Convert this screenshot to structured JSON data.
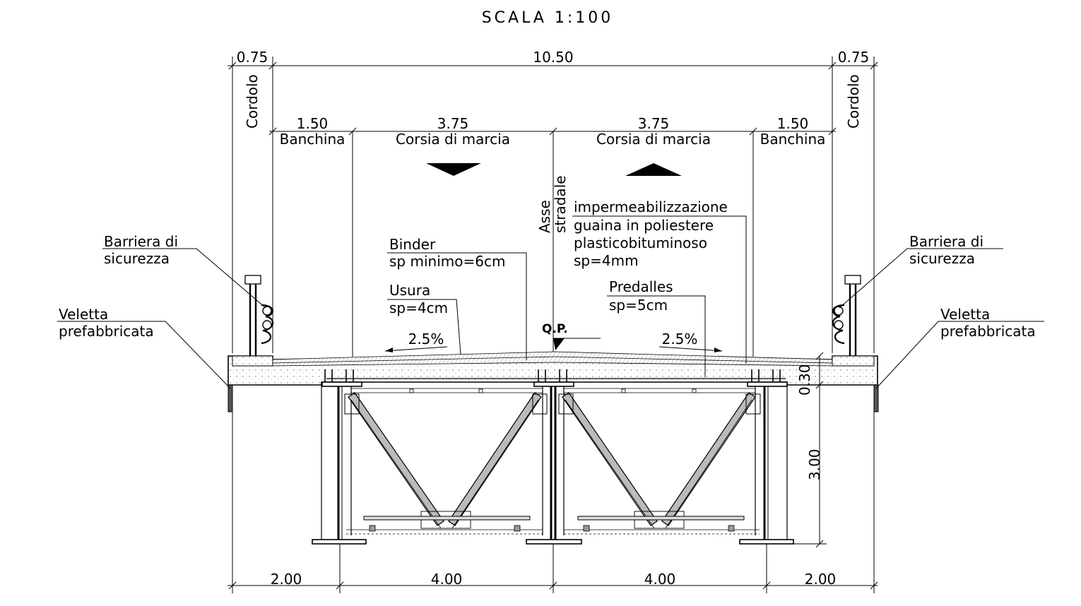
{
  "title": "SCALA 1:100",
  "dimensions": {
    "top": {
      "left_curb": "0.75",
      "total": "10.50",
      "right_curb": "0.75"
    },
    "lanes": {
      "shoulder_left": "1.50",
      "lane_left": "3.75",
      "lane_right": "3.75",
      "shoulder_right": "1.50"
    },
    "bottom": {
      "d1": "2.00",
      "d2": "4.00",
      "d3": "4.00",
      "d4": "2.00"
    },
    "deck_thickness": "0.30",
    "girder_height": "3.00"
  },
  "labels": {
    "cordolo_left": "Cordolo",
    "cordolo_right": "Cordolo",
    "banchina_left": "Banchina",
    "corsia_left": "Corsia  di  marcia",
    "corsia_right": "Corsia  di  marcia",
    "banchina_right": "Banchina",
    "asse_1": "Asse",
    "asse_2": "stradale",
    "barriera_left_1": "Barriera  di",
    "barriera_left_2": "sicurezza",
    "barriera_right_1": "Barriera  di",
    "barriera_right_2": "sicurezza",
    "veletta_left_1": "Veletta",
    "veletta_left_2": "prefabbricata",
    "veletta_right_1": "Veletta",
    "veletta_right_2": "prefabbricata",
    "binder_1": "Binder",
    "binder_2": "sp  minimo=6cm",
    "usura_1": "Usura",
    "usura_2": "sp=4cm",
    "imperm_1": "impermeabilizzazione",
    "imperm_2": "guaina  in  poliestere",
    "imperm_3": "plasticobituminoso",
    "imperm_4": "sp=4mm",
    "predalles_1": "Predalles",
    "predalles_2": "sp=5cm",
    "slope_left": "2.5%",
    "slope_right": "2.5%",
    "qp": "Q.P."
  }
}
